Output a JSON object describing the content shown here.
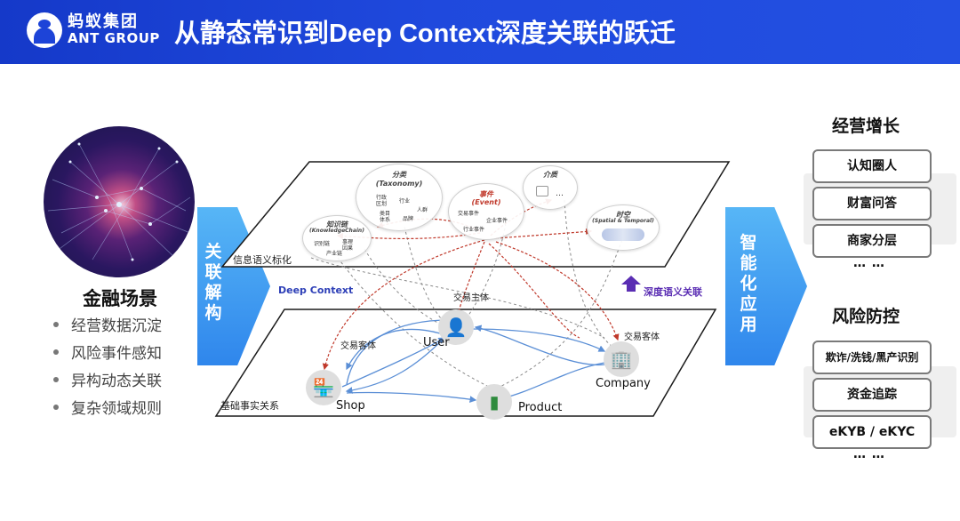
{
  "brand": {
    "cn": "蚂蚁集团",
    "en": "ANT GROUP"
  },
  "title": "从静态常识到Deep Context深度关联的跃迁",
  "left": {
    "scene": "金融场景",
    "bullets": [
      "经营数据沉淀",
      "风险事件感知",
      "异构动态关联",
      "复杂领域规则"
    ]
  },
  "arrow_left": [
    "关",
    "联",
    "解",
    "构"
  ],
  "arrow_right": [
    "智",
    "能",
    "化",
    "应",
    "用"
  ],
  "diagram": {
    "top_plane_label": "信息语义标化",
    "bottom_plane_label": "基础事实关系",
    "deep_context": "Deep Context",
    "deep_relation": "深度语义关联",
    "edge_labels": {
      "subject": "交易主体",
      "object_left": "交易客体",
      "object_right": "交易客体"
    },
    "bubbles": {
      "taxonomy": {
        "cn": "分类",
        "en": "(Taxonomy)",
        "items": [
          "行政",
          "区划",
          "行业",
          "人群",
          "类目",
          "体系",
          "品牌"
        ]
      },
      "knowledge": {
        "cn": "知识链",
        "en": "(KnowledgeChain)",
        "items": [
          "识别链",
          "事理",
          "因果",
          "产业链"
        ]
      },
      "event": {
        "cn": "事件",
        "en": "(Event)",
        "items": [
          "交易事件",
          "企业事件",
          "行业事件"
        ]
      },
      "media": {
        "cn": "介质",
        "items": [
          "…"
        ]
      },
      "spatial": {
        "cn": "时空",
        "en": "(Spatial & Temporal)"
      }
    },
    "nodes": {
      "user": "User",
      "shop": "Shop",
      "product": "Product",
      "company": "Company"
    },
    "colors": {
      "plane": "#1a1a1a",
      "red_link": "#c0392b",
      "blue_link": "#5b8fd6",
      "grey_link": "#8a8a8a",
      "arrow": "#2f86ec",
      "purple": "#5a2db3"
    }
  },
  "right": {
    "growth": {
      "title": "经营增长",
      "items": [
        "认知圈人",
        "财富问答",
        "商家分层"
      ],
      "more": "… …"
    },
    "risk": {
      "title": "风险防控",
      "items": [
        "欺诈/洗钱/黑产识别",
        "资金追踪",
        "eKYB / eKYC"
      ],
      "more": "… …"
    }
  }
}
